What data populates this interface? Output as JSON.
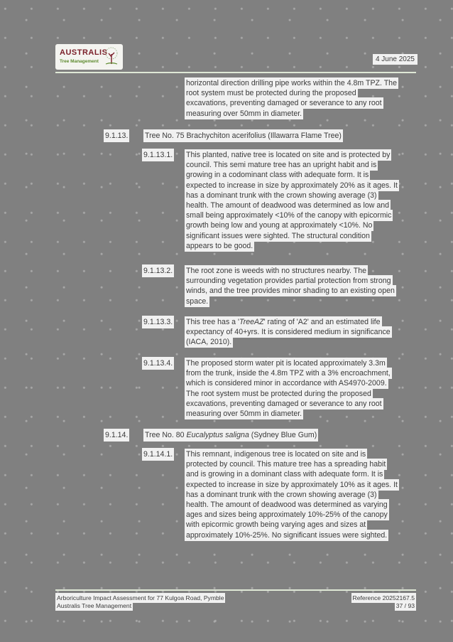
{
  "header": {
    "logo_title": "AUSTRALIS",
    "logo_subtitle": "Tree Management",
    "date": "4 June 2025"
  },
  "continuation": {
    "lines": [
      "horizontal direction drilling pipe works within the 4.8m TPZ. The",
      "root system must be protected during the proposed",
      "excavations, preventing damaged or severance to any root",
      "measuring over 50mm in diameter."
    ]
  },
  "sections": [
    {
      "number": "9.1.13.",
      "heading_prefix": "Tree No. 75 Brachychiton acerifolius (Illawarra Flame Tree)",
      "items": [
        {
          "number": "9.1.13.1.",
          "lines": [
            "This planted, native tree is located on site and is protected by",
            "council. This semi mature tree has an upright habit and is",
            "growing in a codominant class with adequate form. It is",
            "expected to increase in size by approximately 20% as it ages. It",
            "has a dominant trunk with the crown showing average (3)",
            "health. The amount of deadwood was determined as low and",
            "small being approximately <10% of the canopy with epicormic",
            "growth being low and young at approximately <10%. No",
            "significant issues were sighted. The structural condition",
            "appears to be good."
          ]
        },
        {
          "number": "9.1.13.2.",
          "lines": [
            "The root zone is weeds with no structures nearby. The",
            "surrounding vegetation provides partial protection from strong",
            "winds, and the tree provides minor shading to an existing open",
            "space."
          ]
        },
        {
          "number": "9.1.13.3.",
          "line1_pre": "This tree has a '",
          "line1_italic": "TreeAZ",
          "line1_post": "' rating of 'A2' and an estimated life",
          "lines": [
            "expectancy of 40+yrs. It is considered medium in significance",
            "(IACA, 2010)."
          ]
        },
        {
          "number": "9.1.13.4.",
          "lines": [
            "The proposed storm water pit is located approximately 3.3m",
            "from the trunk, inside the 4.8m TPZ with a 3% encroachment,",
            "which is considered minor in accordance with AS4970-2009.",
            "The root system must be protected during the proposed",
            "excavations, preventing damaged or severance to any root",
            "measuring over 50mm in diameter."
          ]
        }
      ]
    },
    {
      "number": "9.1.14.",
      "heading_prefix": "Tree No. 80 ",
      "heading_italic": "Eucalyptus saligna",
      "heading_suffix": " (Sydney Blue Gum)",
      "items": [
        {
          "number": "9.1.14.1.",
          "lines": [
            "This remnant, indigenous tree is located on site and is",
            "protected by council. This mature tree has a spreading habit",
            "and is growing in a dominant class with adequate form. It is",
            "expected to increase in size by approximately 10% as it ages. It",
            "has a dominant trunk with the crown showing average (3)",
            "health. The amount of deadwood was determined as varying",
            "ages and sizes being approximately 10%-25% of the canopy",
            "with epicormic growth being varying ages and sizes at",
            "approximately 10%-25%. No significant issues were sighted."
          ]
        }
      ]
    }
  ],
  "footer": {
    "left_line1": "Arboriculture Impact Assessment for 77 Kulgoa Road, Pymble",
    "left_line2": "Australis Tree Management",
    "reference": "Reference 20252167.5",
    "page": "37 / 93"
  },
  "colors": {
    "background": "#808080",
    "logo_red": "#7b1f2a",
    "logo_green": "#5d8a2e",
    "rule": "#dfe8d6"
  }
}
